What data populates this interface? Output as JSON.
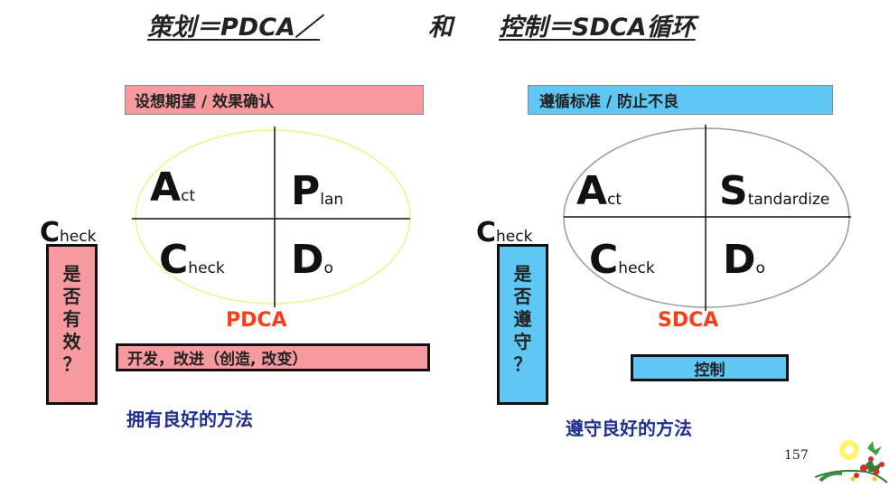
{
  "title": {
    "part1": "策划＝PDCA／",
    "part2": "和",
    "part3": "控制＝SDCA循环"
  },
  "left": {
    "top_box": "设想期望 / 效果确认",
    "quadrants": {
      "act": {
        "cap": "A",
        "rest": "ct"
      },
      "plan": {
        "cap": "P",
        "rest": "lan"
      },
      "check": {
        "cap": "C",
        "rest": "heck"
      },
      "do": {
        "cap": "D",
        "rest": "o"
      }
    },
    "side_label": {
      "cap": "C",
      "rest": "heck"
    },
    "side_box": [
      "是",
      "否",
      "有",
      "效",
      "？"
    ],
    "cycle_label": "PDCA",
    "bottom_box": "开发，改进（创造, 改变）",
    "method": "拥有良好的方法"
  },
  "right": {
    "top_box": "遵循标准 / 防止不良",
    "quadrants": {
      "act": {
        "cap": "A",
        "rest": "ct"
      },
      "standardize": {
        "cap": "S",
        "rest": "tandardize"
      },
      "check": {
        "cap": "C",
        "rest": "heck"
      },
      "do": {
        "cap": "D",
        "rest": "o"
      }
    },
    "side_label": {
      "cap": "C",
      "rest": "heck"
    },
    "side_box": [
      "是",
      "否",
      "遵",
      "守",
      "？"
    ],
    "cycle_label": "SDCA",
    "bottom_box": "控制",
    "method": "遵守良好的方法"
  },
  "page_number": "157",
  "colors": {
    "pink": "#f79aa0",
    "blue": "#5fc7f3",
    "cycle_label": "#ff3c1a",
    "method_text": "#1f2f8f",
    "left_circle": "#f3ef8a",
    "right_circle": "#9a9a9a"
  },
  "icons": {
    "corner_decoration": "christmas-flower-icon"
  }
}
